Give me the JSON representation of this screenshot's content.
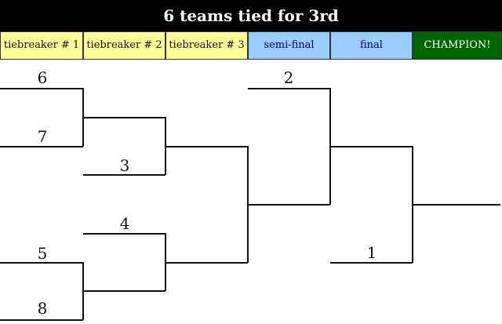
{
  "title": "6 teams tied for 3rd",
  "rounds": [
    {
      "label": "tiebreaker # 1",
      "style": "tb"
    },
    {
      "label": "tiebreaker # 2",
      "style": "tb"
    },
    {
      "label": "tiebreaker # 3",
      "style": "tb"
    },
    {
      "label": "semi-final",
      "style": "sf"
    },
    {
      "label": "final",
      "style": "sf"
    },
    {
      "label": "CHAMPION!",
      "style": "ch"
    }
  ],
  "seeds": {
    "s6": "6",
    "s7": "7",
    "s3": "3",
    "s4": "4",
    "s5": "5",
    "s8": "8",
    "s2": "2",
    "s1": "1"
  },
  "colors": {
    "title_bg": "#000000",
    "tiebreaker_bg": "#ffff99",
    "semi_final_bg": "#99ccff",
    "champion_bg": "#006600"
  }
}
